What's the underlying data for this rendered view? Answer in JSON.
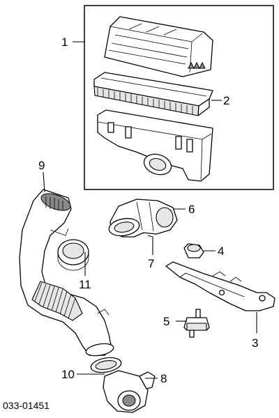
{
  "callouts": [
    {
      "id": "1",
      "text": "1"
    },
    {
      "id": "2",
      "text": "2"
    },
    {
      "id": "3",
      "text": "3"
    },
    {
      "id": "4",
      "text": "4"
    },
    {
      "id": "5",
      "text": "5"
    },
    {
      "id": "6",
      "text": "6"
    },
    {
      "id": "7",
      "text": "7"
    },
    {
      "id": "8",
      "text": "8"
    },
    {
      "id": "9",
      "text": "9"
    },
    {
      "id": "10",
      "text": "10"
    },
    {
      "id": "11",
      "text": "11"
    }
  ],
  "diagram_code": "033-01451"
}
